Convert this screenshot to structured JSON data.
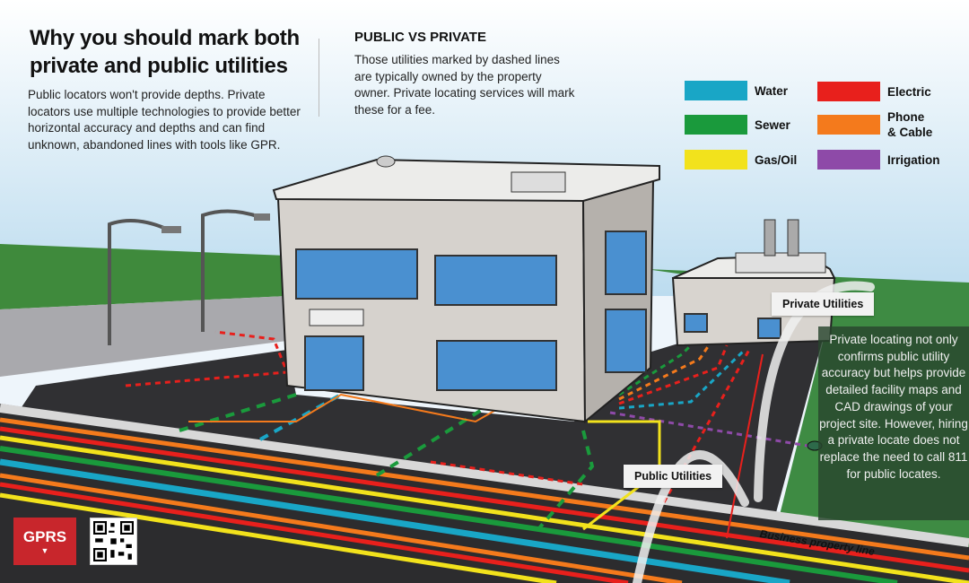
{
  "header": {
    "title_line1": "Why you should mark both",
    "title_line2": "private and public utilities",
    "intro": "Public locators won't provide depths.  Private locators use multiple technologies to provide better horizontal accuracy and depths and can find unknown, abandoned lines with tools like GPR."
  },
  "public_vs_private": {
    "heading": "PUBLIC VS PRIVATE",
    "text": "Those utilities marked by dashed lines are typically owned by the property owner. Private locating services will mark these for a fee."
  },
  "legend": [
    {
      "label": "Water",
      "color": "#19a6c6"
    },
    {
      "label": "Sewer",
      "color": "#1a9a3c"
    },
    {
      "label": "Gas/Oil",
      "color": "#f2e21c"
    },
    {
      "label": "Electric",
      "color": "#e8201c"
    },
    {
      "label": "Phone\n& Cable",
      "line1": "Phone",
      "line2": "& Cable",
      "color": "#f47a1c"
    },
    {
      "label": "Irrigation",
      "color": "#8e4aa8"
    }
  ],
  "labels": {
    "private_utilities": "Private Utilities",
    "public_utilities": "Public Utilities",
    "business_property_line": "Business property line"
  },
  "note": "Private locating not only confirms public utility accuracy but helps provide detailed facility maps and CAD drawings of your project site.  However, hiring a private locate does not replace the need to call 811 for public locates.",
  "brand": {
    "logo_text": "GPRS",
    "color": "#c8262c"
  }
}
